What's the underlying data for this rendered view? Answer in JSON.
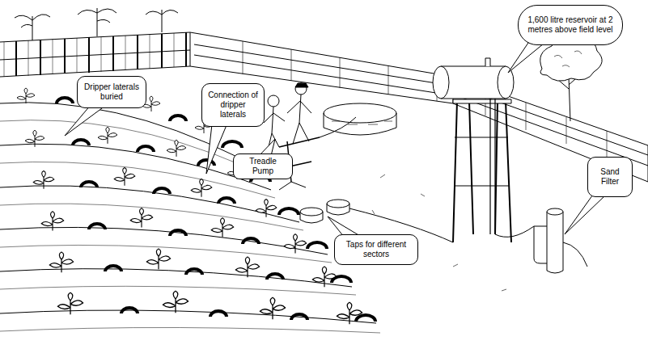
{
  "diagram": {
    "nodes": [
      {
        "text": [
          "1,600 litre reservoir at 2 metres above field level"
        ]
      },
      {
        "text": [
          "Dripper laterals buried"
        ]
      },
      {
        "text": [
          "Connection of dripper laterals"
        ]
      },
      {
        "text": [
          "Treadle Pump"
        ]
      },
      {
        "text": [
          "Sand Filter"
        ]
      },
      {
        "text": [
          "Taps for different sectors"
        ]
      }
    ]
  }
}
